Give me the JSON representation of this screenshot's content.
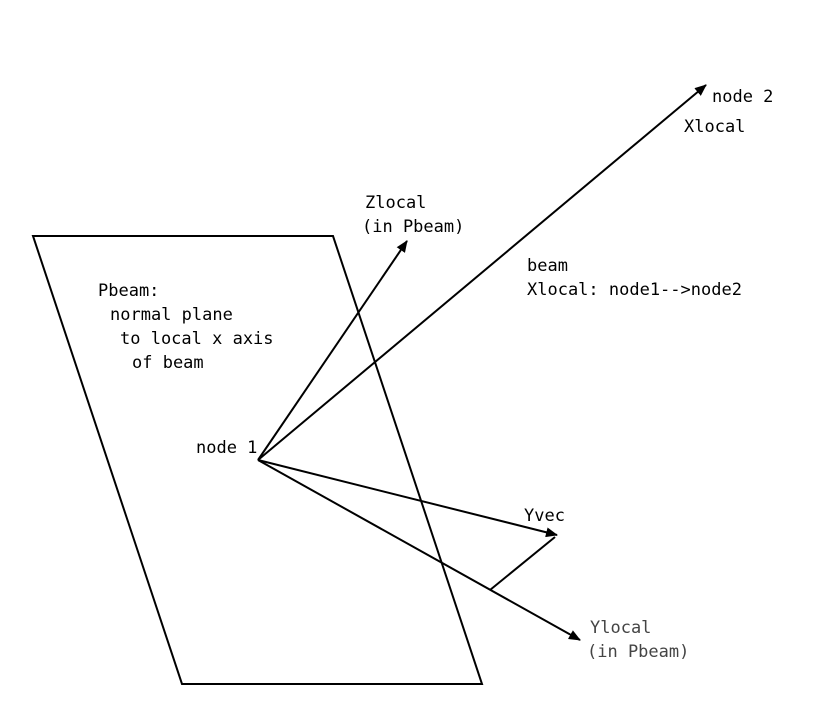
{
  "labels": {
    "node2": "node 2",
    "xlocal_top": "Xlocal",
    "zlocal_1": "Zlocal",
    "zlocal_2": "(in Pbeam)",
    "beam_1": "beam",
    "beam_2": "Xlocal: node1-->node2",
    "pbeam_1": "Pbeam:",
    "pbeam_2": "normal plane",
    "pbeam_3": "to local x axis",
    "pbeam_4": "of beam",
    "node1": "node 1",
    "yvec": "Yvec",
    "ylocal_1": "Ylocal",
    "ylocal_2": "(in Pbeam)"
  },
  "colors": {
    "line": "#000000",
    "background": "#ffffff",
    "ylocal_text": "#444444"
  }
}
